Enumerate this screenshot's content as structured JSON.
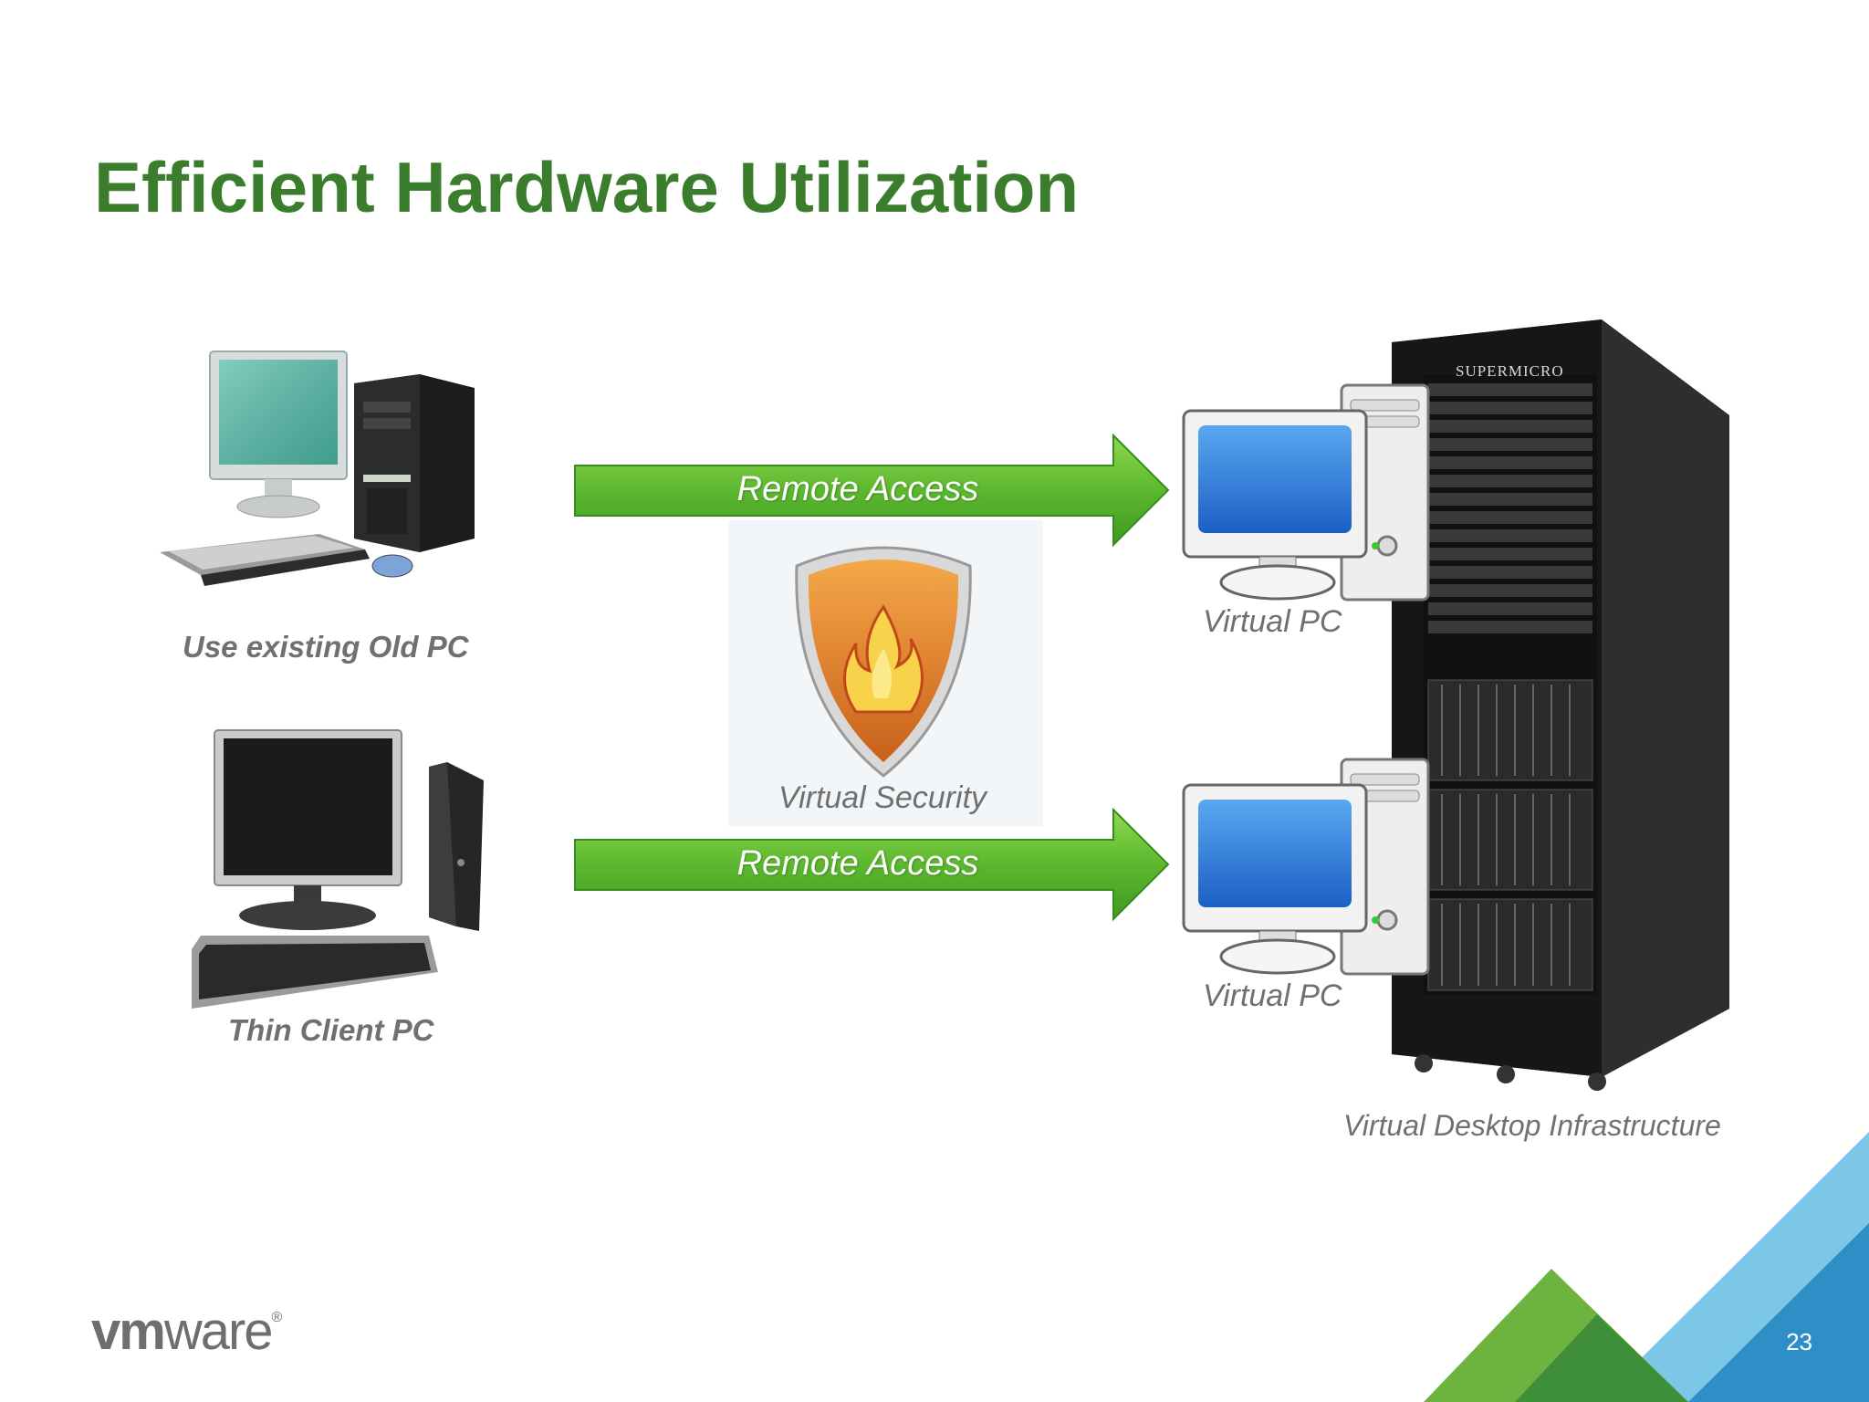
{
  "slide": {
    "title": "Efficient Hardware Utilization",
    "page_number": "23"
  },
  "clients": {
    "old_pc_label": "Use existing Old PC",
    "thin_client_label": "Thin Client PC"
  },
  "arrows": {
    "top_label": "Remote Access",
    "bottom_label": "Remote Access",
    "color": "#5cb82e"
  },
  "security": {
    "label": "Virtual Security"
  },
  "virtual_pcs": {
    "top_label": "Virtual PC",
    "bottom_label": "Virtual PC"
  },
  "rack": {
    "brand": "SUPERMICRO",
    "label": "Virtual Desktop Infrastructure"
  },
  "footer": {
    "logo_vm": "vm",
    "logo_ware": "ware",
    "logo_reg": "®"
  },
  "colors": {
    "title_green": "#3a7d2c",
    "corner_light_blue": "#7cc7e8",
    "corner_blue": "#2e8fc7",
    "corner_green": "#6cb33f",
    "corner_dark_green": "#3f8f3a"
  }
}
